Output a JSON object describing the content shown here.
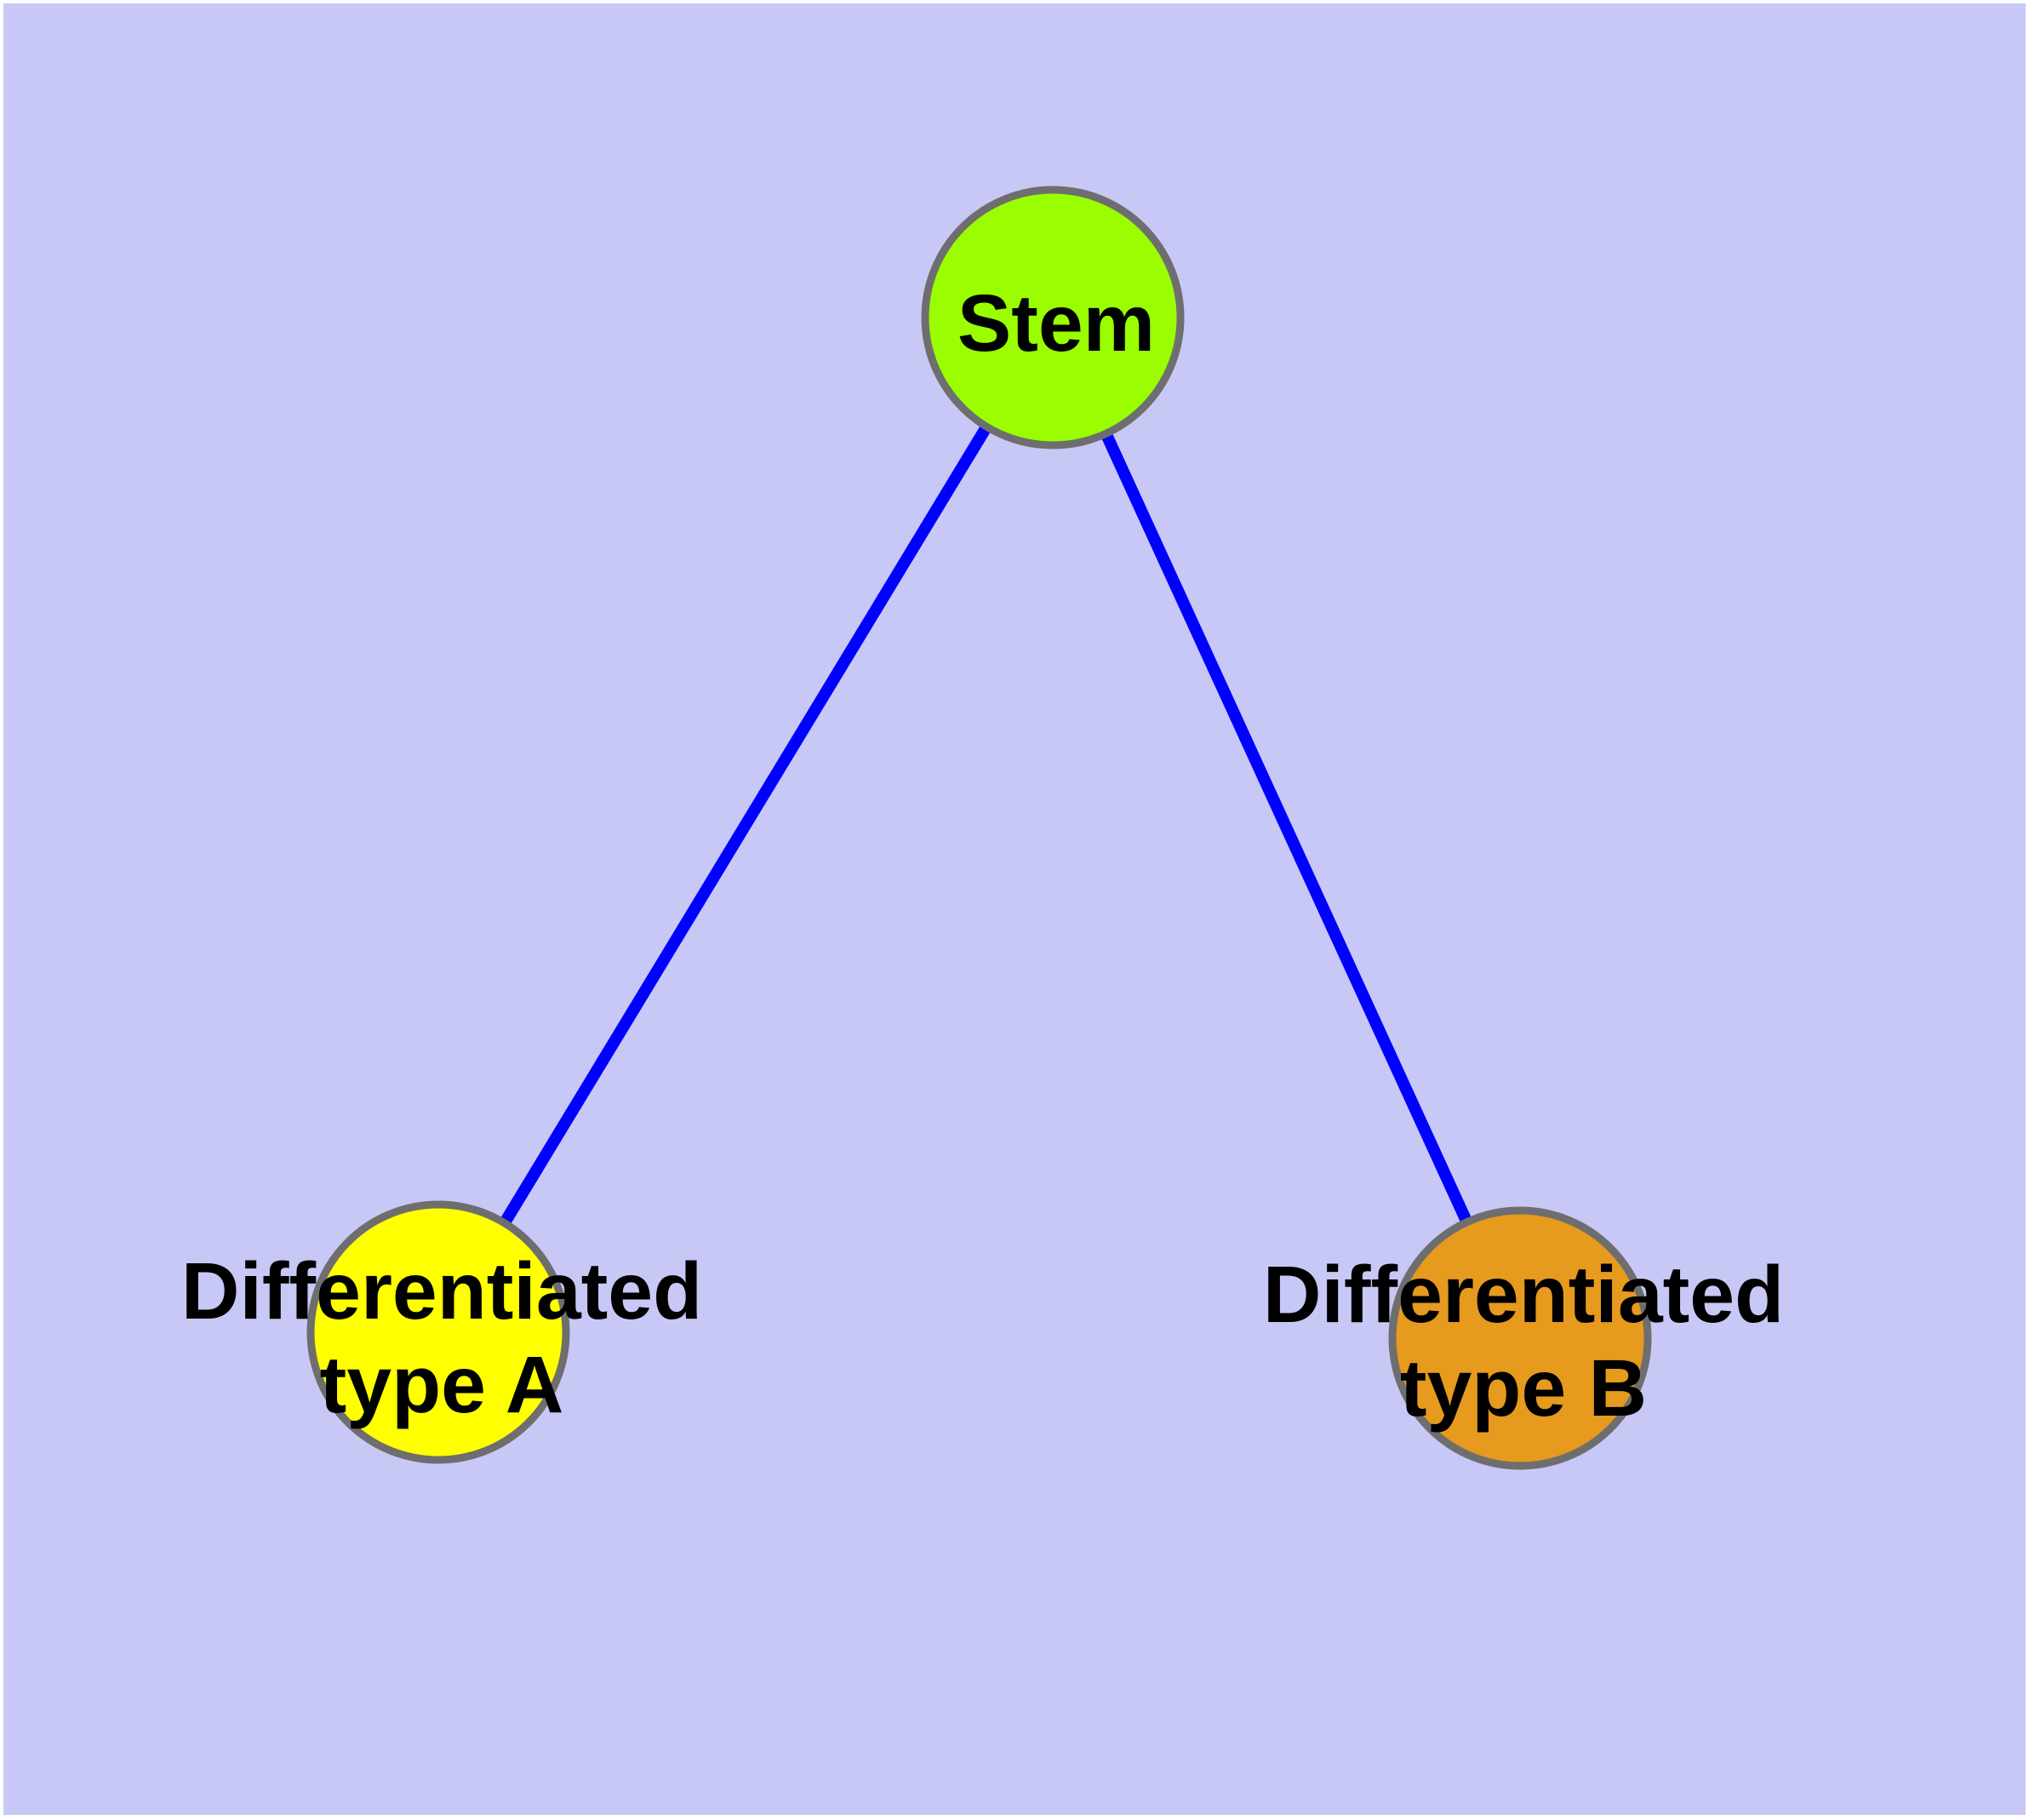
{
  "graph": {
    "nodes": [
      {
        "id": "stem",
        "label": "Stem",
        "color": "#9AFE00"
      },
      {
        "id": "type-a",
        "label": "Differentiated\ntype A",
        "color": "#FFFF00"
      },
      {
        "id": "type-b",
        "label": "Differentiated\ntype B",
        "color": "#E69A1E"
      }
    ],
    "edges": [
      {
        "from": "Stem",
        "to": "Differentiated type A"
      },
      {
        "from": "Stem",
        "to": "Differentiated type B"
      }
    ],
    "colors": {
      "background": "#C8C8F7",
      "edge": "#0000FF",
      "node_border": "#6E6E6E",
      "label_text": "#000000"
    }
  }
}
